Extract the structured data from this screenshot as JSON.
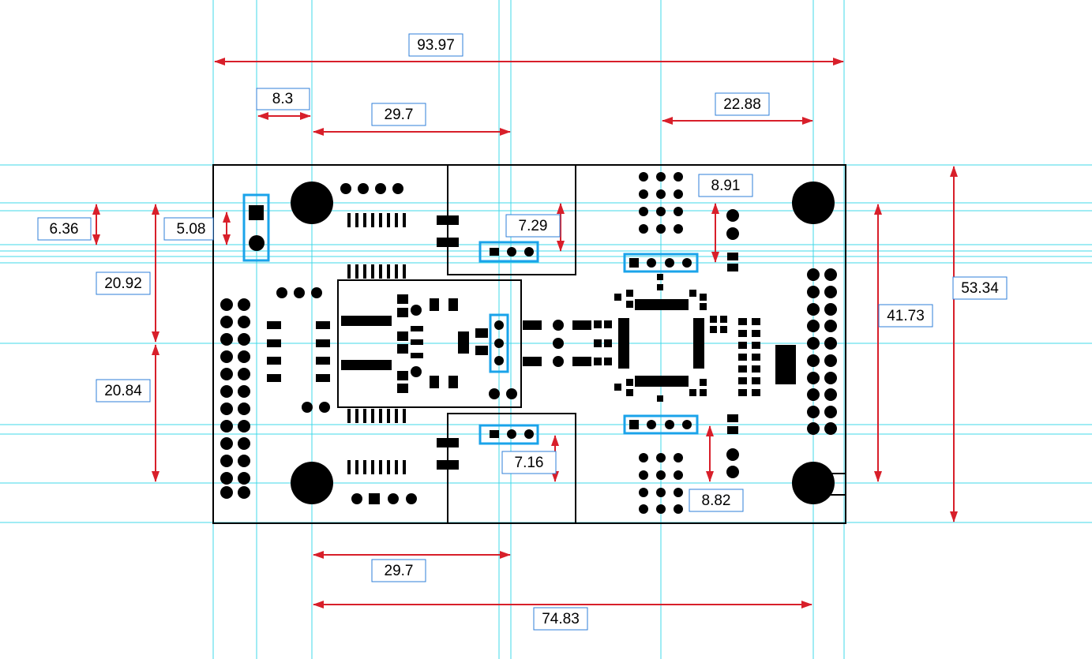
{
  "diagram": {
    "colors": {
      "guide": "#40d8e8",
      "dimension": "#d81f2a",
      "highlight": "#1aa3ea",
      "label_border": "#2f7fd8",
      "ink": "#000000",
      "background": "#ffffff"
    },
    "dimensions": {
      "overall_width": "93.97",
      "left_connector_offset": "8.3",
      "top_span_left": "29.7",
      "top_right_span": "22.88",
      "left_small_offset": "6.36",
      "connector_pitch": "5.08",
      "top_connector_height": "7.29",
      "upper_header_offset": "8.91",
      "left_upper_half": "20.92",
      "left_lower_half": "20.84",
      "hole_span_vertical": "41.73",
      "overall_height": "53.34",
      "bottom_connector_height": "7.16",
      "lower_header_offset": "8.82",
      "bottom_span_left": "29.7",
      "hole_span_horizontal": "74.83"
    }
  }
}
